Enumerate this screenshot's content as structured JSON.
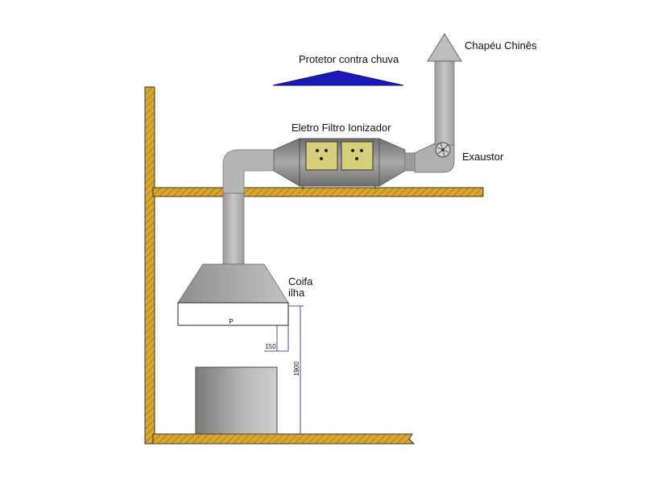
{
  "labels": {
    "chapeu": "Chapéu Chinês",
    "protetor": "Protetor contra chuva",
    "filtro": "Eletro Filtro Ionizador",
    "exaustor": "Exaustor",
    "coifa_line1": "Coifa",
    "coifa_line2": "ilha"
  },
  "dimensions": {
    "p": "P",
    "offset": "150",
    "height": "1900"
  },
  "colors": {
    "wall": "#D9A72E",
    "duct": "#B8B8B8",
    "rain_guard": "#1A1AB8",
    "filter_panel": "#D7D07A",
    "dimension": "#1A1A8C"
  }
}
